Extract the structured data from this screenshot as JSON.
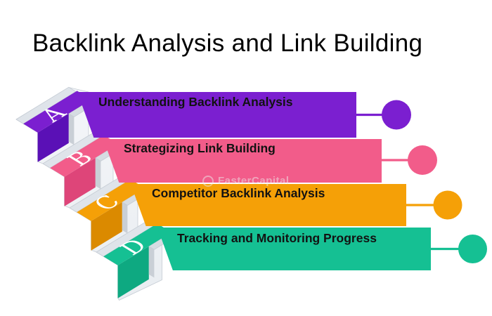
{
  "title": "Backlink Analysis and Link Building",
  "watermark": {
    "label": "FasterCapital"
  },
  "colors": {
    "background": "#ffffff",
    "title_text": "#000000",
    "label_text": "#121212",
    "letter_text": "#ffffff",
    "stair_white": "#F1F4F7",
    "stair_gray_light": "#DFE4EA",
    "stair_gray_mid": "#D6DCE2",
    "stair_gray_dark": "#C9CFD6",
    "stair_edge": "#C5CCD4"
  },
  "steps": [
    {
      "letter": "A",
      "label": "Understanding Backlink Analysis",
      "color": "#7B1FD0",
      "riser_color": "#5A10B6"
    },
    {
      "letter": "B",
      "label": "Strategizing Link Building",
      "color": "#F25C8A",
      "riser_color": "#DE4579"
    },
    {
      "letter": "C",
      "label": "Competitor Backlink Analysis",
      "color": "#F5A007",
      "riser_color": "#DB8A00"
    },
    {
      "letter": "D",
      "label": "Tracking and Monitoring Progress",
      "color": "#15C093",
      "riser_color": "#0EA981"
    }
  ]
}
